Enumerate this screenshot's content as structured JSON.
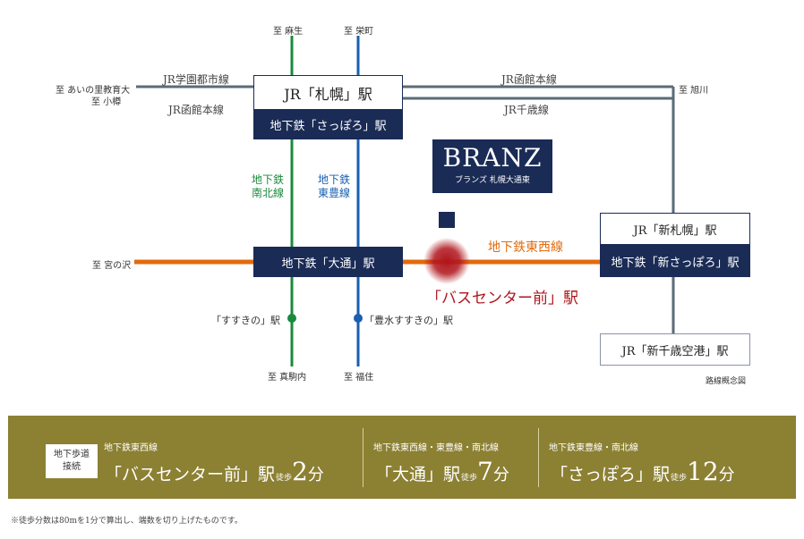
{
  "colors": {
    "navy": "#1a2b55",
    "jr_line": "#5b6b78",
    "namboku": "#1a8a3c",
    "toho": "#1a5fb0",
    "tozai": "#e36b0c",
    "highlight": "#b0161d",
    "footer_bg": "#8c8033"
  },
  "directions": {
    "asabu": "至 麻生",
    "sakaemachi": "至 栄町",
    "ainosato": "至 あいの里教育大",
    "otaru": "至 小樽",
    "asahikawa": "至 旭川",
    "miyanosawa": "至 宮の沢",
    "makomanai": "至 真駒内",
    "fukuzumi": "至 福住"
  },
  "lines": {
    "jr_gakuentoshi": "JR学園都市線",
    "jr_hakodate_west": "JR函館本線",
    "jr_hakodate_east": "JR函館本線",
    "jr_chitose": "JR千歳線",
    "namboku": [
      "地下鉄",
      "南北線"
    ],
    "toho": [
      "地下鉄",
      "東豊線"
    ],
    "tozai": "地下鉄東西線"
  },
  "stations": {
    "jr_sapporo": "JR「札幌」駅",
    "sub_sapporo": "地下鉄「さっぽろ」駅",
    "odori": "地下鉄「大通」駅",
    "jr_shin_sapporo": "JR「新札幌」駅",
    "sub_shin_sapporo": "地下鉄「新さっぽろ」駅",
    "new_chitose": "JR「新千歳空港」駅",
    "bus_center": "「バスセンター前」駅",
    "susukino": "「すすきの」駅",
    "hosui_susukino": "「豊水すすきの」駅"
  },
  "brand": {
    "name": "BRANZ",
    "subtitle": "ブランズ 札幌大通東"
  },
  "map_note": "路線概念図",
  "footer": {
    "tag": [
      "地下歩道",
      "接続"
    ],
    "walks": [
      {
        "lines": "地下鉄東西線",
        "station": "「バスセンター前」駅",
        "walk": "徒歩",
        "minutes": "2",
        "unit": "分"
      },
      {
        "lines": "地下鉄東西線・東豊線・南北線",
        "station": "「大通」駅",
        "walk": "徒歩",
        "minutes": "7",
        "unit": "分"
      },
      {
        "lines": "地下鉄東豊線・南北線",
        "station": "「さっぽろ」駅",
        "walk": "徒歩",
        "minutes": "12",
        "unit": "分"
      }
    ]
  },
  "footnote": "※徒歩分数は80mを1分で算出し、端数を切り上げたものです。"
}
